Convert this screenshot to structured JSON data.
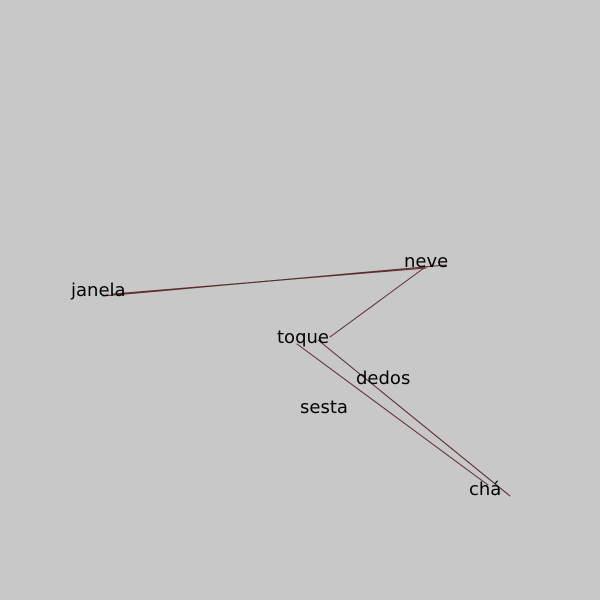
{
  "words": [
    {
      "id": "neve",
      "text": "neve"
    },
    {
      "id": "janela",
      "text": "janela"
    },
    {
      "id": "toque",
      "text": "toque"
    },
    {
      "id": "dedos",
      "text": "dedos"
    },
    {
      "id": "sesta",
      "text": "sesta"
    },
    {
      "id": "cha",
      "text": "chá"
    }
  ],
  "colors": {
    "background": "#c8c8c8",
    "text": "#000000",
    "line": "#5a2a2a"
  }
}
